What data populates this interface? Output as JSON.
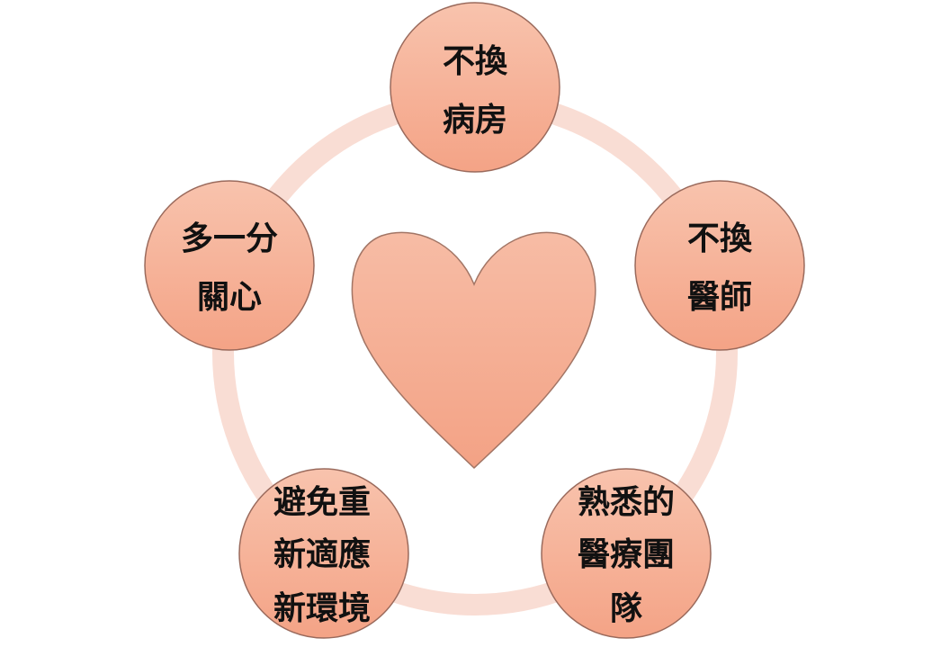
{
  "colors": {
    "ring": "#f9ddd4",
    "node_top": "#f8c3ad",
    "node_bottom": "#f4a386",
    "node_stroke": "#9a6a5c",
    "heart_top": "#f7bca5",
    "heart_bottom": "#f3a285",
    "heart_stroke": "#a27565",
    "text": "#111111"
  },
  "center": {
    "icon": "heart-icon"
  },
  "nodes": [
    {
      "id": "top",
      "lines": [
        "不換",
        "病房"
      ]
    },
    {
      "id": "right",
      "lines": [
        "不換",
        "醫師"
      ]
    },
    {
      "id": "bottom-right",
      "lines": [
        "熟悉的",
        "醫療團",
        "隊"
      ]
    },
    {
      "id": "bottom-left",
      "lines": [
        "避免重",
        "新適應",
        "新環境"
      ]
    },
    {
      "id": "left",
      "lines": [
        "多一分",
        "關心"
      ]
    }
  ]
}
